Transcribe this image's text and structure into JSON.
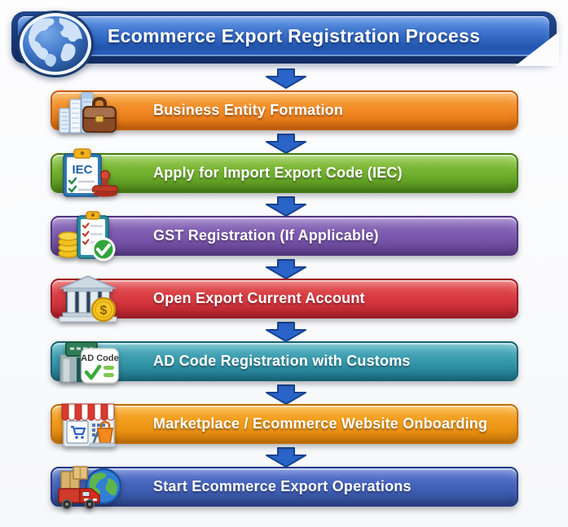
{
  "header": {
    "title": "Ecommerce Export Registration Process",
    "icon": "globe-icon",
    "colors": {
      "frame": "#132c61",
      "panel_top": "#5c94e6",
      "panel_bottom": "#2256af"
    }
  },
  "background_color": "#fcfcfd",
  "arrow": {
    "fill": "#2a64c8",
    "edge": "#16428f"
  },
  "steps": [
    {
      "label": "Business Entity Formation",
      "icon": "books-briefcase-icon",
      "colors": {
        "top": "#f9a33c",
        "bottom": "#e9720e",
        "border": "#c55f0a"
      }
    },
    {
      "label": "Apply for Import Export Code (IEC)",
      "icon": "iec-clipboard-stamp-icon",
      "icon_text": "IEC",
      "colors": {
        "top": "#8fc944",
        "bottom": "#55961b",
        "border": "#447d13"
      }
    },
    {
      "label": "GST Registration (If Applicable)",
      "icon": "gst-checklist-coins-icon",
      "colors": {
        "top": "#8d6cbd",
        "bottom": "#69459c",
        "border": "#513483"
      }
    },
    {
      "label": "Open Export Current Account",
      "icon": "bank-dollar-coin-icon",
      "colors": {
        "top": "#e65050",
        "bottom": "#c52430",
        "border": "#9e1b25"
      }
    },
    {
      "label": "AD Code Registration with Customs",
      "icon": "customs-adcode-icon",
      "icon_text": "AD Code",
      "colors": {
        "top": "#4fb0bf",
        "bottom": "#1f8097",
        "border": "#156374"
      }
    },
    {
      "label": "Marketplace / Ecommerce Website Onboarding",
      "icon": "marketplace-storefront-icon",
      "colors": {
        "top": "#f8ab28",
        "bottom": "#e8880a",
        "border": "#c06e08"
      }
    },
    {
      "label": "Start Ecommerce Export Operations",
      "icon": "truck-globe-icon",
      "colors": {
        "top": "#5473d0",
        "bottom": "#32509f",
        "border": "#263d85"
      }
    }
  ]
}
